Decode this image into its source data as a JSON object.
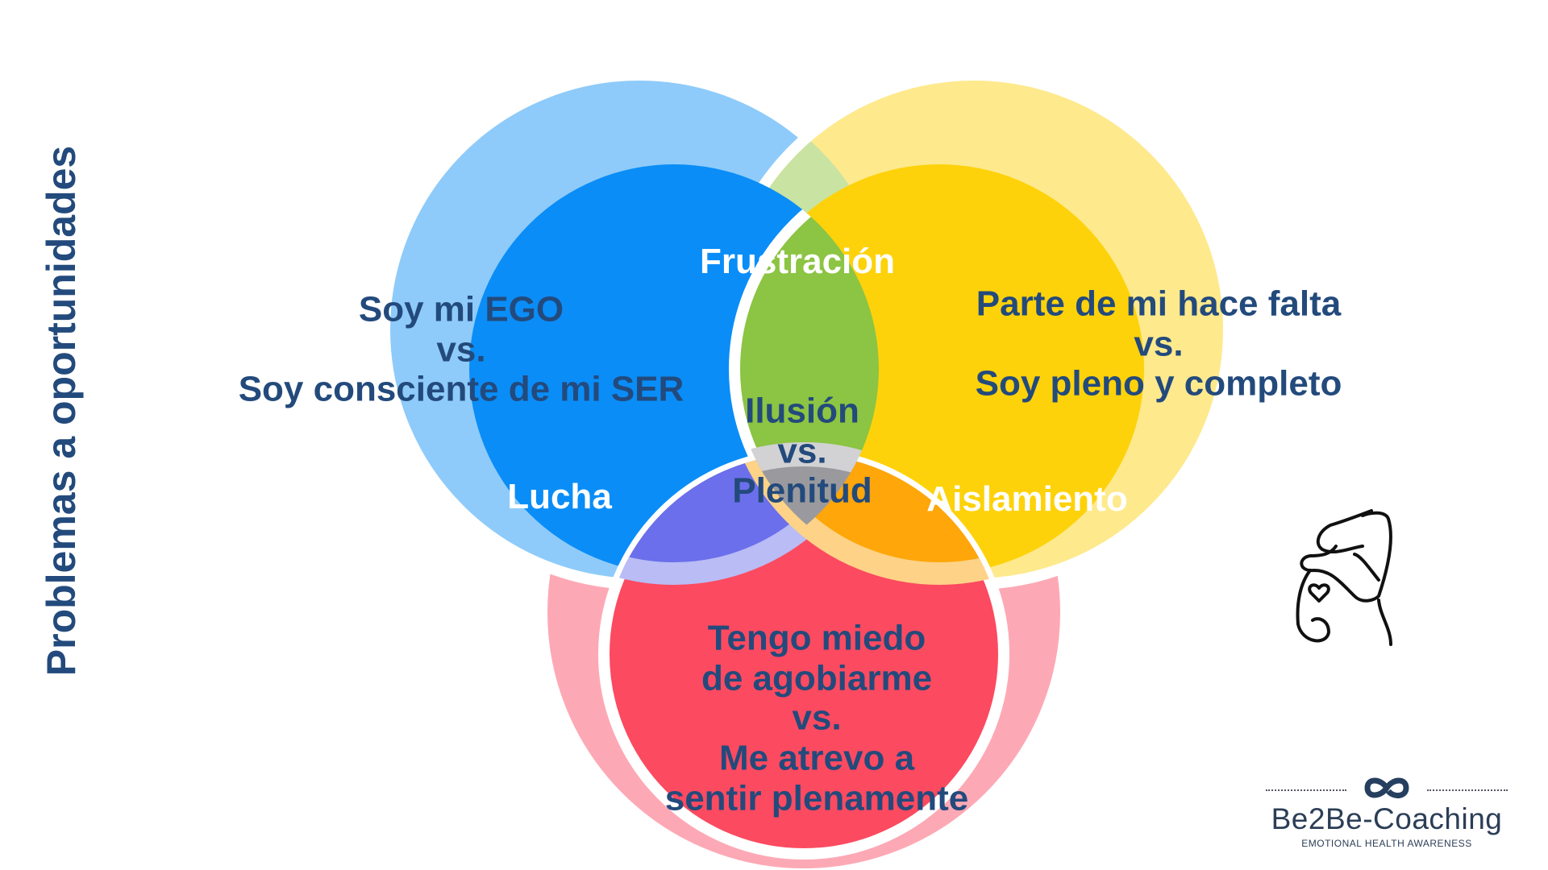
{
  "title": "Problemas a oportunidades",
  "circles": {
    "ego": {
      "lines": [
        "Soy mi EGO",
        "vs.",
        "Soy consciente de mi SER"
      ],
      "light": "#8ecbfa",
      "dark": "#0a8df7"
    },
    "falta": {
      "lines": [
        "Parte de mi hace falta",
        "vs.",
        "Soy pleno y completo"
      ],
      "light": "#fee98d",
      "dark": "#fdd20a"
    },
    "miedo": {
      "lines": [
        "Tengo miedo",
        "de agobiarme",
        "vs.",
        "Me atrevo a",
        "sentir plenamente"
      ],
      "light": "#fda9b5",
      "dark": "#fc4a60"
    }
  },
  "overlaps": {
    "frustracion": {
      "label": "Frustración",
      "color": "#8cc443"
    },
    "lucha": {
      "label": "Lucha",
      "color": "#6b6feb"
    },
    "aislamiento": {
      "label": "Aislamiento",
      "color": "#fea60a"
    },
    "center": {
      "lines": [
        "Ilusión",
        "vs.",
        "Plenitud"
      ],
      "color": "#9a9a9e"
    }
  },
  "brand": {
    "name": "Be2Be-Coaching",
    "tagline": "EMOTIONAL HEALTH AWARENESS"
  },
  "text_color": "#234a7c"
}
